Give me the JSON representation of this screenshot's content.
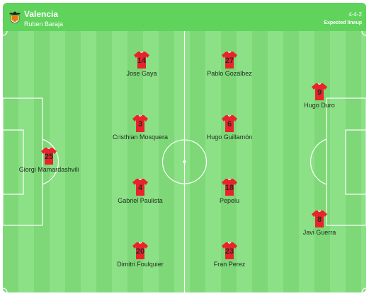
{
  "header": {
    "team_name": "Valencia",
    "coach": "Ruben Baraja",
    "formation": "4-4-2",
    "lineup_status": "Expected lineup",
    "crest_icon": "valencia-bat-crest-icon",
    "colors": {
      "header_bg": "#5fd35c",
      "pitch_light": "#8ce187",
      "pitch_dark": "#7ed878",
      "shirt": "#e8242a"
    }
  },
  "players": [
    {
      "number": "25",
      "name": "Giorgi Mamardashvili",
      "role": "GK"
    },
    {
      "number": "14",
      "name": "Jose Gaya",
      "role": "DF"
    },
    {
      "number": "3",
      "name": "Cristhian Mosquera",
      "role": "DF"
    },
    {
      "number": "4",
      "name": "Gabriel Paulista",
      "role": "DF"
    },
    {
      "number": "20",
      "name": "Dimitri Foulquier",
      "role": "DF"
    },
    {
      "number": "27",
      "name": "Pablo Gozálbez",
      "role": "MF"
    },
    {
      "number": "6",
      "name": "Hugo Guillamón",
      "role": "MF"
    },
    {
      "number": "18",
      "name": "Pepelu",
      "role": "MF"
    },
    {
      "number": "23",
      "name": "Fran Perez",
      "role": "MF"
    },
    {
      "number": "9",
      "name": "Hugo Duro",
      "role": "FW"
    },
    {
      "number": "8",
      "name": "Javi Guerra",
      "role": "FW"
    }
  ]
}
